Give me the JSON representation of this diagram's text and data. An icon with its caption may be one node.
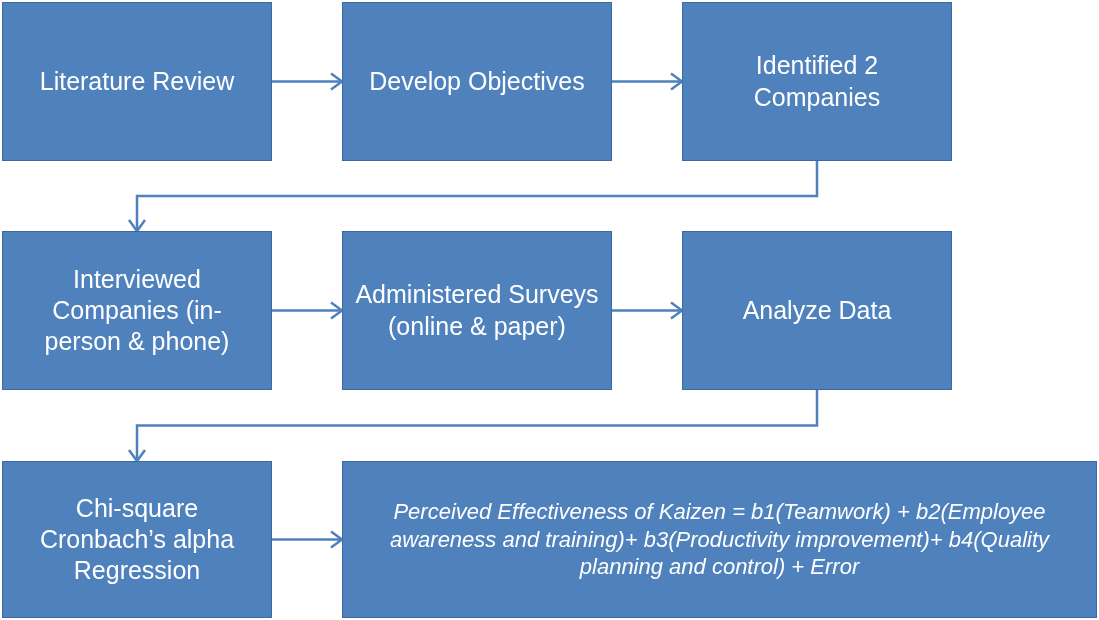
{
  "diagram": {
    "nodes": [
      {
        "text": [
          "Literature Review"
        ]
      },
      {
        "text": [
          "Develop Objectives"
        ]
      },
      {
        "text": [
          "Identified 2 Companies"
        ]
      },
      {
        "text": [
          "Interviewed Companies (in-person & phone)"
        ]
      },
      {
        "text": [
          "Administered Surveys (online & paper)"
        ]
      },
      {
        "text": [
          "Analyze Data"
        ]
      },
      {
        "text": [
          "Chi-square Cronbach’s alpha Regression"
        ]
      },
      {
        "text": [
          "Perceived Effectiveness of Kaizen = b1(Teamwork) + b2(Employee awareness and training)+ b3(Productivity improvement)+ b4(Quality planning and control) + Error"
        ]
      }
    ],
    "edges": [
      {
        "from": 0,
        "to": 1,
        "arrow": "to"
      },
      {
        "from": 1,
        "to": 2,
        "arrow": "to"
      },
      {
        "from": 2,
        "to": 3,
        "arrow": "to"
      },
      {
        "from": 3,
        "to": 4,
        "arrow": "to"
      },
      {
        "from": 4,
        "to": 5,
        "arrow": "to"
      },
      {
        "from": 5,
        "to": 6,
        "arrow": "to"
      },
      {
        "from": 6,
        "to": 7,
        "arrow": "to"
      }
    ]
  }
}
